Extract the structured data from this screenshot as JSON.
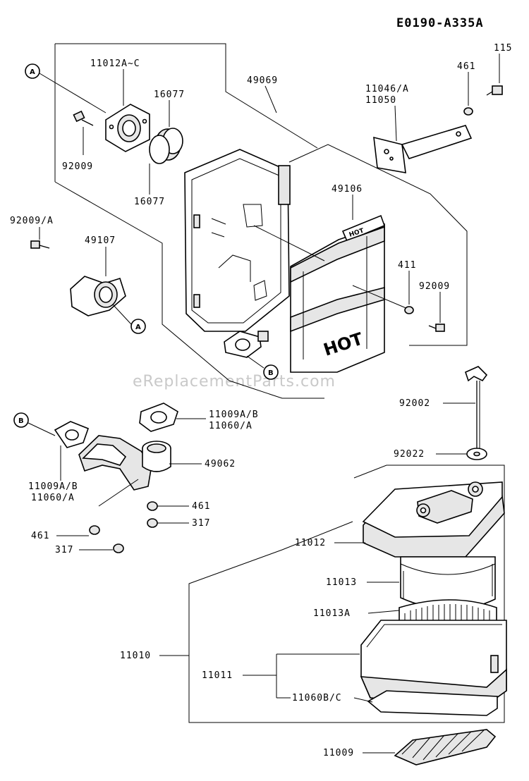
{
  "diagram_id": "E0190-A335A",
  "watermark": "eReplacementParts.com",
  "callouts": {
    "a": "A",
    "b": "B"
  },
  "stamps": {
    "hot": "HOT",
    "hot_small": "HOT"
  },
  "labels": {
    "p11012ac": "11012A~C",
    "p49069": "49069",
    "p115": "115",
    "p461_top": "461",
    "p11046a": "11046/A",
    "p11050": "11050",
    "p16077_top": "16077",
    "p92009_tl": "92009",
    "p16077_bot": "16077",
    "p49106": "49106",
    "p92009a": "92009/A",
    "p49107": "49107",
    "p411": "411",
    "p92009_r": "92009",
    "p92002": "92002",
    "p11009ab_r": "11009A/B",
    "p11060a_r": "11060/A",
    "p49062": "49062",
    "p11009ab_l": "11009A/B",
    "p11060a_l": "11060/A",
    "p461_mid": "461",
    "p317_mid": "317",
    "p461_left": "461",
    "p317_left": "317",
    "p92022": "92022",
    "p11012": "11012",
    "p11013": "11013",
    "p11013a": "11013A",
    "p11010": "11010",
    "p11011": "11011",
    "p11060bc": "11060B/C",
    "p11009": "11009"
  }
}
